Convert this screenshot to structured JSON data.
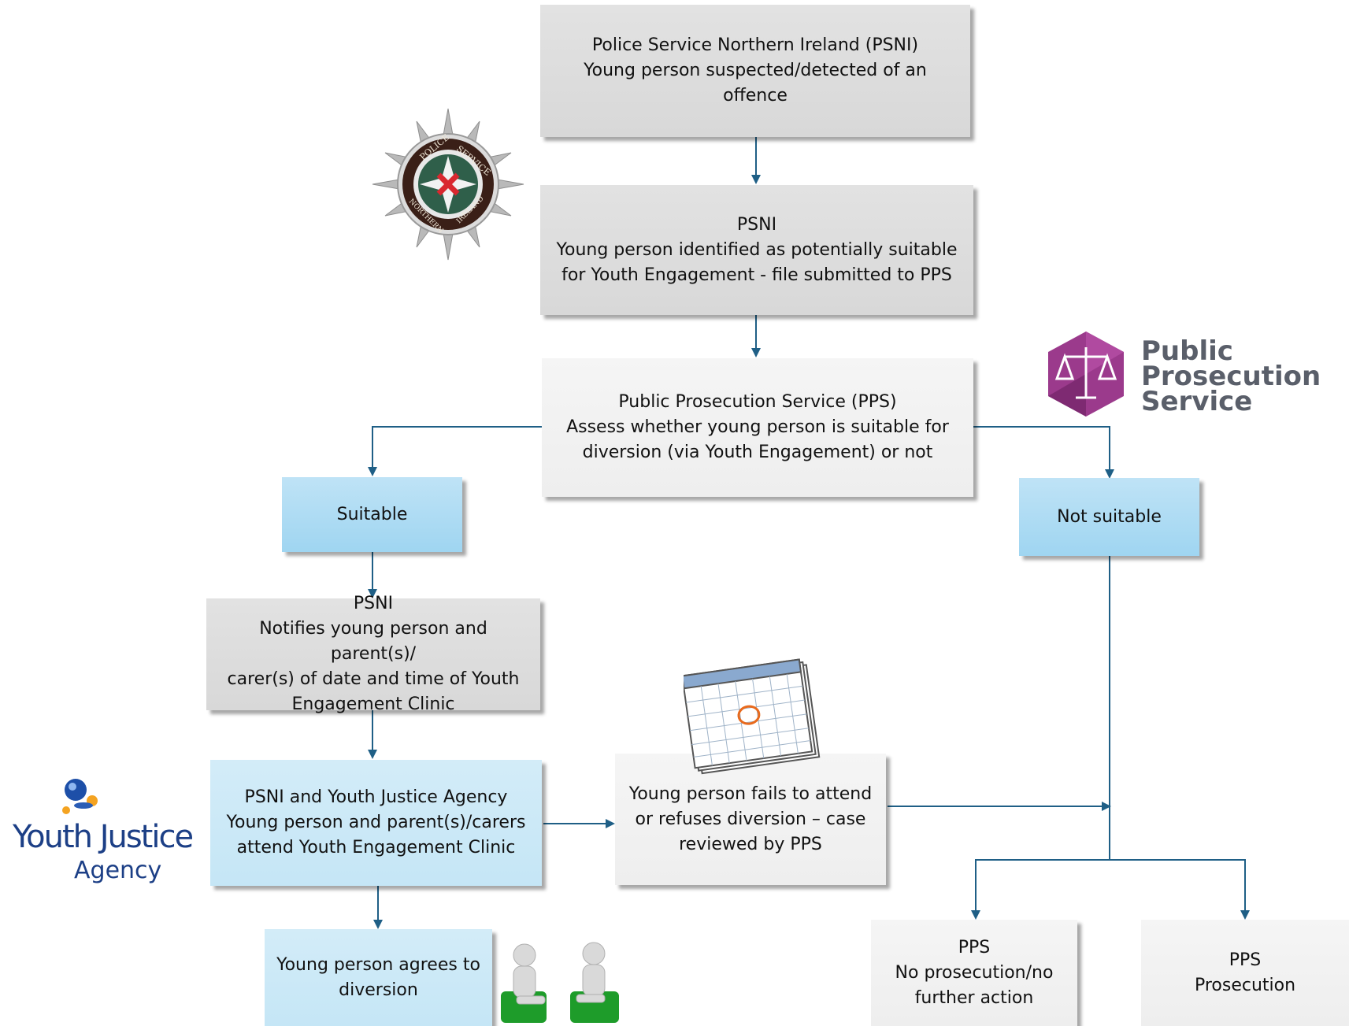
{
  "boxes": {
    "psni_start": {
      "lines": [
        "Police Service Northern Ireland (PSNI)",
        "Young person suspected/detected of an offence"
      ]
    },
    "psni_identified": {
      "lines": [
        "PSNI",
        "Young person identified as potentially suitable",
        "for Youth Engagement - file submitted to PPS"
      ]
    },
    "pps_assess": {
      "lines": [
        "Public Prosecution Service (PPS)",
        "Assess whether young person is suitable for",
        "diversion (via Youth Engagement) or not"
      ]
    },
    "suitable": {
      "lines": [
        "Suitable"
      ]
    },
    "not_suitable": {
      "lines": [
        "Not suitable"
      ]
    },
    "psni_notifies": {
      "lines": [
        "PSNI",
        "Notifies young person and parent(s)/",
        "carer(s) of date and time of Youth",
        "Engagement Clinic"
      ]
    },
    "clinic": {
      "lines": [
        "PSNI and Youth Justice Agency",
        "Young person and parent(s)/carers",
        "attend Youth Engagement Clinic"
      ]
    },
    "fails": {
      "lines": [
        "Young person fails to attend",
        "or refuses diversion – case",
        "reviewed by PPS"
      ]
    },
    "agrees": {
      "lines": [
        "Young person agrees to",
        "diversion"
      ]
    },
    "no_prosecution": {
      "lines": [
        "PPS",
        "No prosecution/no",
        "further action"
      ]
    },
    "prosecution": {
      "lines": [
        "PPS",
        "Prosecution"
      ]
    }
  },
  "logos": {
    "psni_badge_text": [
      "POLICE",
      "SERVICE",
      "NORTHERN",
      "IRELAND"
    ],
    "pps": [
      "Public",
      "Prosecution",
      "Service"
    ],
    "yja": [
      "Youth Justice",
      "Agency"
    ]
  },
  "colors": {
    "connector": "#1f5f86",
    "pps_logo": "#9b3a8c",
    "yja_logo": "#1c3f86"
  },
  "icons": [
    "psni-badge-icon",
    "pps-scales-icon",
    "yja-figure-icon",
    "calendar-icon",
    "meeting-people-icon"
  ]
}
